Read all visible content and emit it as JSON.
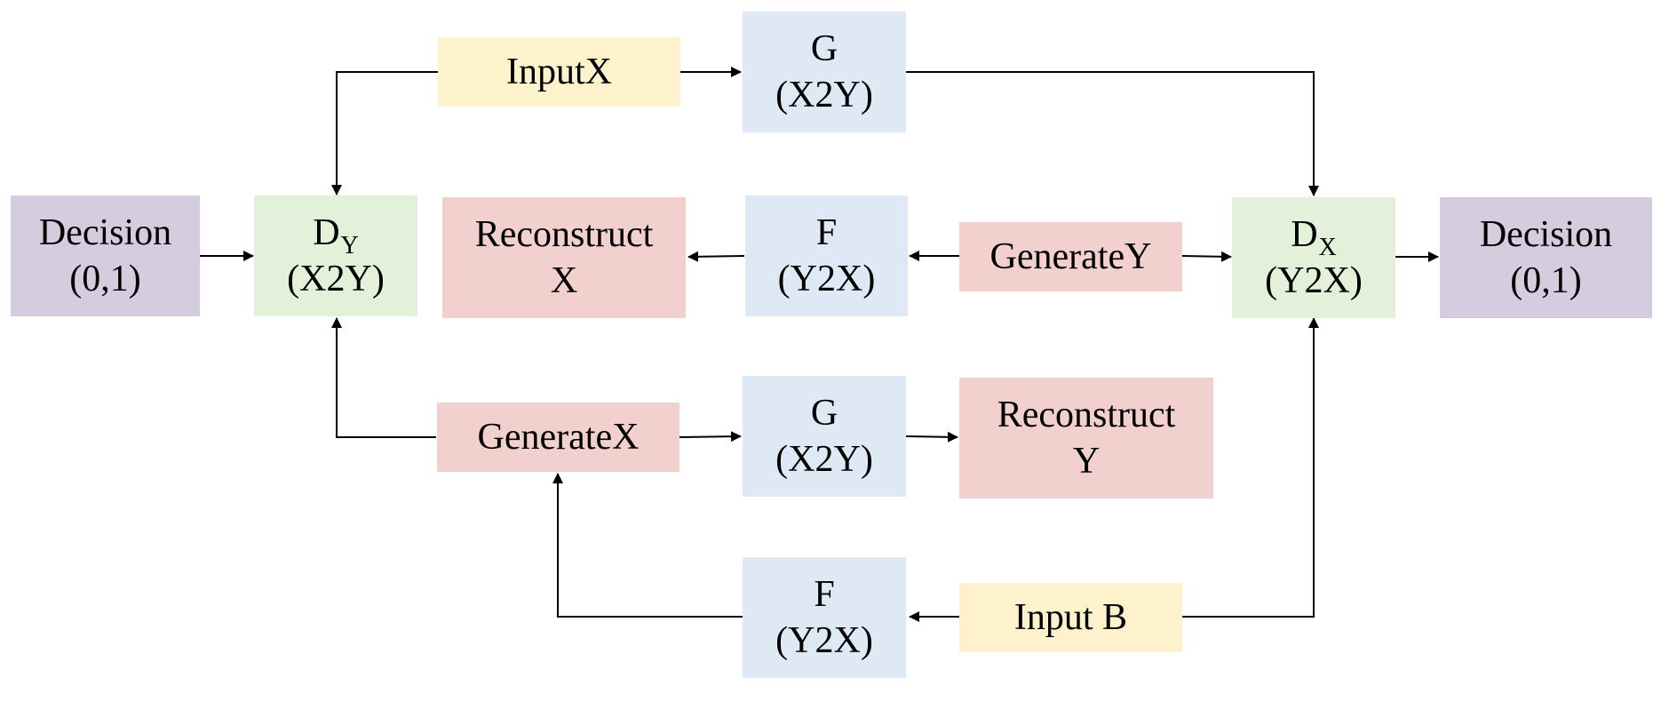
{
  "colors": {
    "input": "#fdf2cc",
    "generator": "#dfe9f5",
    "discriminator": "#e3f0da",
    "generated": "#f2d0cd",
    "decision": "#d6ccdf",
    "arrow": "#000000"
  },
  "nodes": {
    "input_x": {
      "label": "InputX"
    },
    "g_top": {
      "name": "G",
      "sub": "(X2Y)"
    },
    "decision_left": {
      "line1": "Decision",
      "line2": "(0,1)"
    },
    "d_y": {
      "name": "D",
      "subscript": "Y",
      "line2": "(X2Y)"
    },
    "reconstruct_x": {
      "line1": "Reconstruct",
      "line2": "X"
    },
    "f_middle": {
      "name": "F",
      "sub": "(Y2X)"
    },
    "generate_y": {
      "label": "GenerateY"
    },
    "d_x": {
      "name": "D",
      "subscript": "X",
      "line2": "(Y2X)"
    },
    "decision_right": {
      "line1": "Decision",
      "line2": "(0,1)"
    },
    "generate_x": {
      "label": "GenerateX"
    },
    "g_bottom": {
      "name": "G",
      "sub": "(X2Y)"
    },
    "reconstruct_y": {
      "line1": "Reconstruct",
      "line2": "Y"
    },
    "f_bottom": {
      "name": "F",
      "sub": "(Y2X)"
    },
    "input_b": {
      "label": "Input B"
    }
  }
}
